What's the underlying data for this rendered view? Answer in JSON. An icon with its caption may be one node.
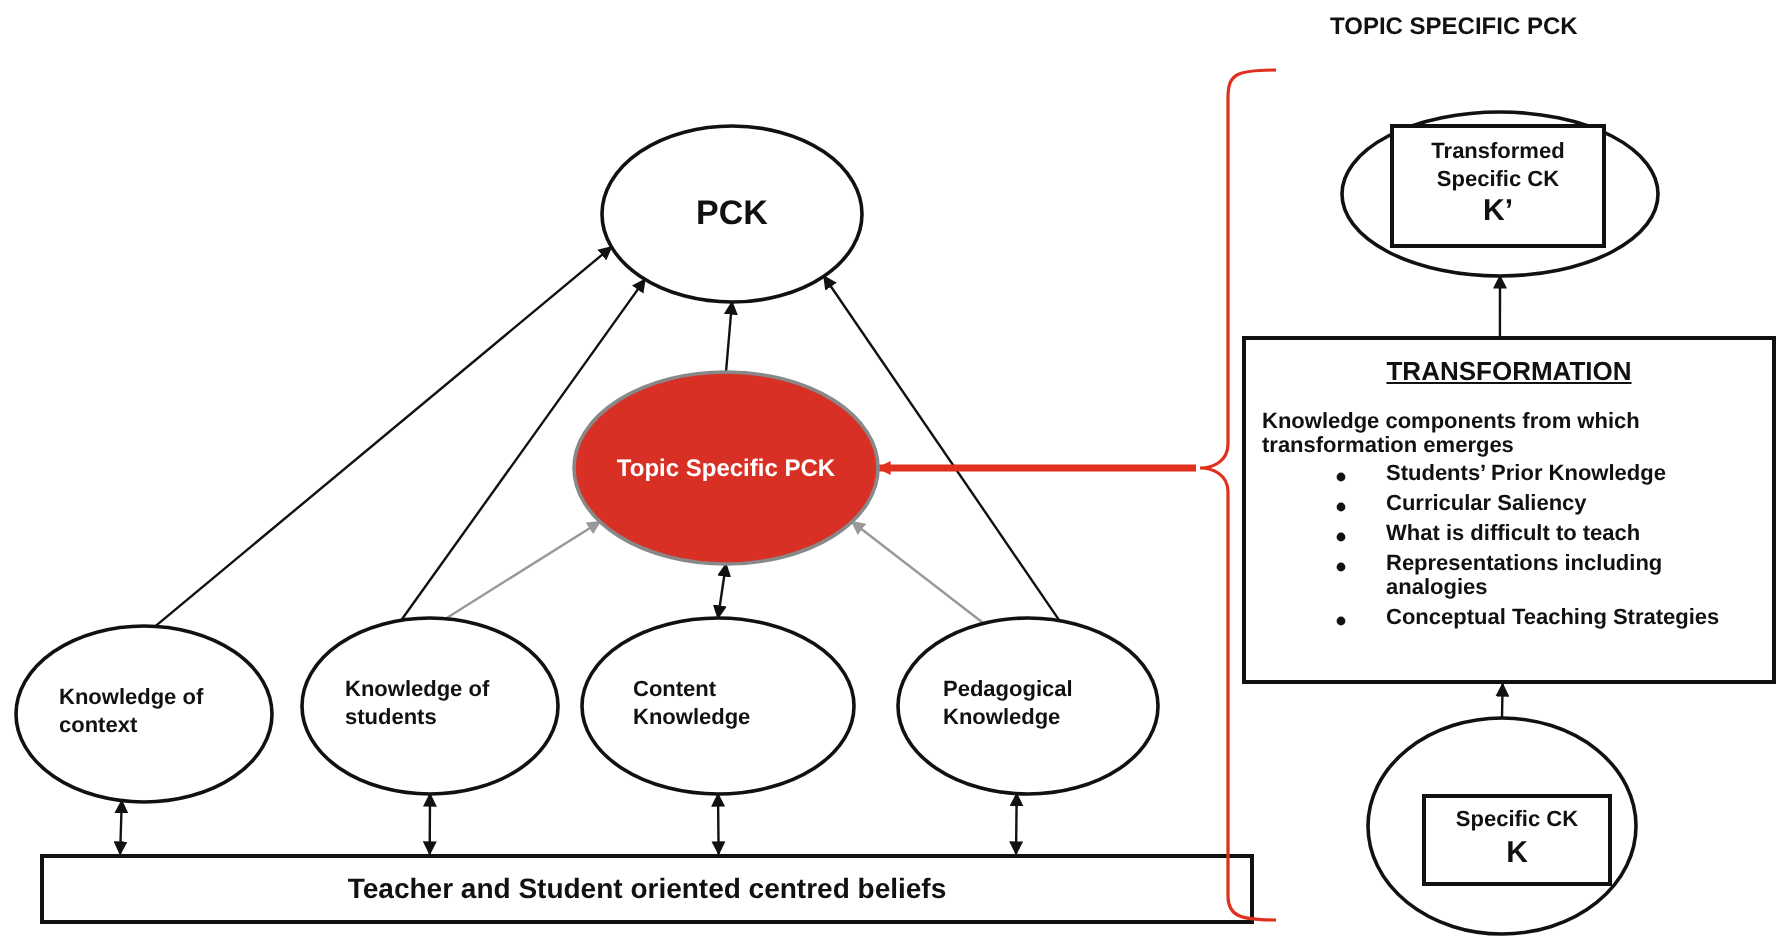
{
  "diagram": {
    "nodes": [
      {
        "text": [
          "PCK"
        ]
      },
      {
        "text": [
          "Topic Specific PCK"
        ]
      },
      {
        "text": [
          "Knowledge of context"
        ]
      },
      {
        "text": [
          "Knowledge of students"
        ]
      },
      {
        "text": [
          "Content Knowledge"
        ]
      },
      {
        "text": [
          "Pedagogical Knowledge"
        ]
      },
      {
        "text": [
          "Teacher and Student oriented centred beliefs"
        ]
      },
      {
        "text": [],
        "shape": "brace"
      },
      {
        "text": [],
        "shape": "circle"
      },
      {
        "text": [
          "Transformed Specific CK",
          "K’"
        ],
        "in": 8
      },
      {
        "text": [
          "TRANSFORMATION",
          "Knowledge components from which transformation emerges",
          "Students’ Prior Knowledge",
          "Curricular Saliency",
          "What is difficult to teach",
          "Representations including analogies",
          "Conceptual Teaching Strategies"
        ]
      },
      {
        "text": [],
        "shape": "circle"
      },
      {
        "text": [
          "Specific CK",
          "K"
        ],
        "in": 11
      }
    ],
    "edges": [
      {
        "from": 2,
        "to": 0,
        "arrow": "to"
      },
      {
        "from": 3,
        "to": 0,
        "arrow": "to"
      },
      {
        "from": 1,
        "to": 0,
        "arrow": "to"
      },
      {
        "from": 5,
        "to": 0,
        "arrow": "to"
      },
      {
        "from": 3,
        "to": 1,
        "arrow": "to",
        "color": "#999999"
      },
      {
        "from": 5,
        "to": 1,
        "arrow": "to",
        "color": "#999999"
      },
      {
        "from": 4,
        "to": 1,
        "arrow": "both"
      },
      {
        "from": 2,
        "to": 6,
        "arrow": "both"
      },
      {
        "from": 3,
        "to": 6,
        "arrow": "both"
      },
      {
        "from": 4,
        "to": 6,
        "arrow": "both"
      },
      {
        "from": 5,
        "to": 6,
        "arrow": "both"
      },
      {
        "from": 7,
        "to": 1,
        "arrow": "to",
        "style": "thick",
        "color": "#e0301e"
      },
      {
        "from": 10,
        "to": 8,
        "arrow": "to"
      },
      {
        "from": 11,
        "to": 10,
        "arrow": "to"
      }
    ],
    "labels": [
      "TOPIC SPECIFIC PCK"
    ]
  }
}
